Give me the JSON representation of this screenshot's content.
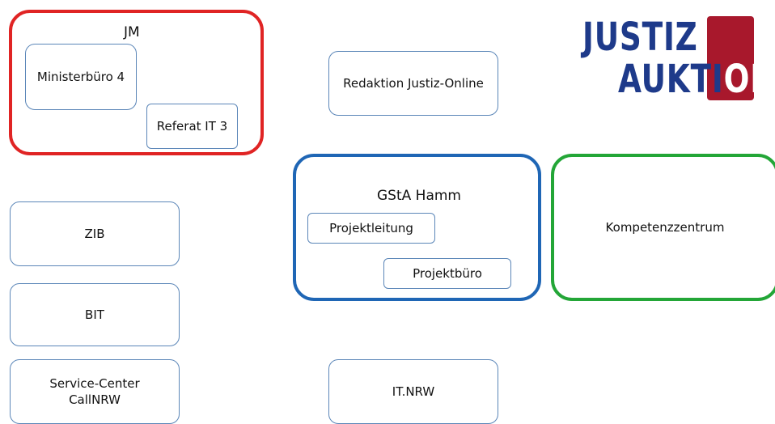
{
  "logo": {
    "line1": "JUSTIZ",
    "line2_blue": "AUKTI",
    "line2_red": "ON",
    "colors": {
      "text": "#1e3a8a",
      "accent": "#a8182c"
    }
  },
  "groups": {
    "jm": {
      "title": "JM",
      "color": "#e02424",
      "members": [
        "Ministerbüro 4",
        "Referat IT 3"
      ]
    },
    "gsta": {
      "title": "GStA Hamm",
      "color": "#1f66b5",
      "members": [
        "Projektleitung",
        "Projektbüro"
      ]
    },
    "kompetenz": {
      "title": "Kompetenzzentrum",
      "color": "#23a637"
    }
  },
  "boxes": {
    "redaktion": "Redaktion Justiz-Online",
    "zib": "ZIB",
    "bit": "BIT",
    "service_center": "Service-Center\nCallNRW",
    "itnrw": "IT.NRW"
  },
  "box_border_color": "#5b86b8"
}
